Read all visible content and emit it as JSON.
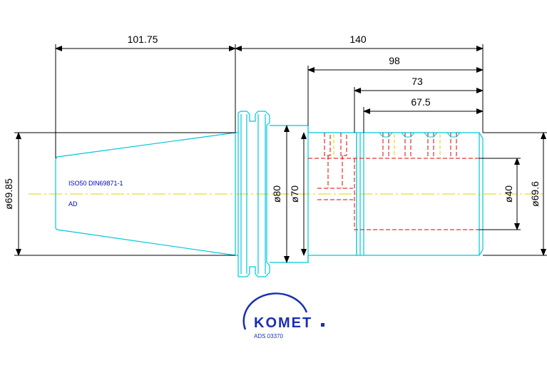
{
  "dimensions": {
    "length_taper": "101.75",
    "length_total": "140",
    "length_98": "98",
    "length_73": "73",
    "length_67_5": "67.5",
    "dia_flange": "ø69.85",
    "dia_80": "ø80",
    "dia_70": "ø70",
    "dia_40": "ø40",
    "dia_body": "ø69.6"
  },
  "notes": {
    "standard": "ISO50 DIN69871-1",
    "form": "AD"
  },
  "brand": {
    "logo_text": "KOMET",
    "article_code": "ADS 03370"
  },
  "colors": {
    "outline": "#00c8d8",
    "hidden": "#e00000",
    "centerline": "#e0d000",
    "dimension": "#000000",
    "note": "#0000cc",
    "brand": "#1a2fb0"
  }
}
